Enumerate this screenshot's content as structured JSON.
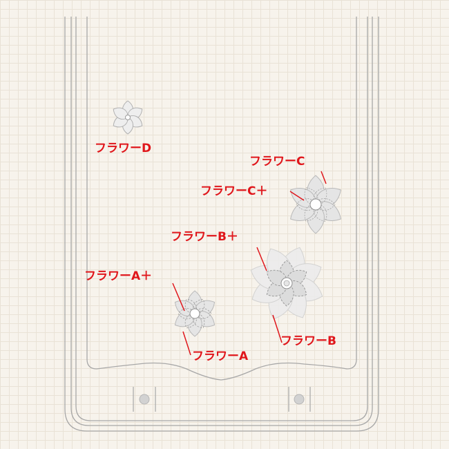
{
  "labels": {
    "flower_a": "フラワーA",
    "flower_a_plus": "フラワーA＋",
    "flower_b": "フラワーB",
    "flower_b_plus": "フラワーB＋",
    "flower_c": "フラワーC",
    "flower_c_plus": "フラワーC＋",
    "flower_d": "フラワーD"
  },
  "colors": {
    "label": "#e0161b",
    "outline": "#a7a7a7",
    "flower_fill": "#e6e6e6",
    "flower_inner": "#d9d9d9",
    "stitch": "#9a9a9a",
    "background": "#f7f3ec",
    "grid": "#e9e2d6"
  }
}
